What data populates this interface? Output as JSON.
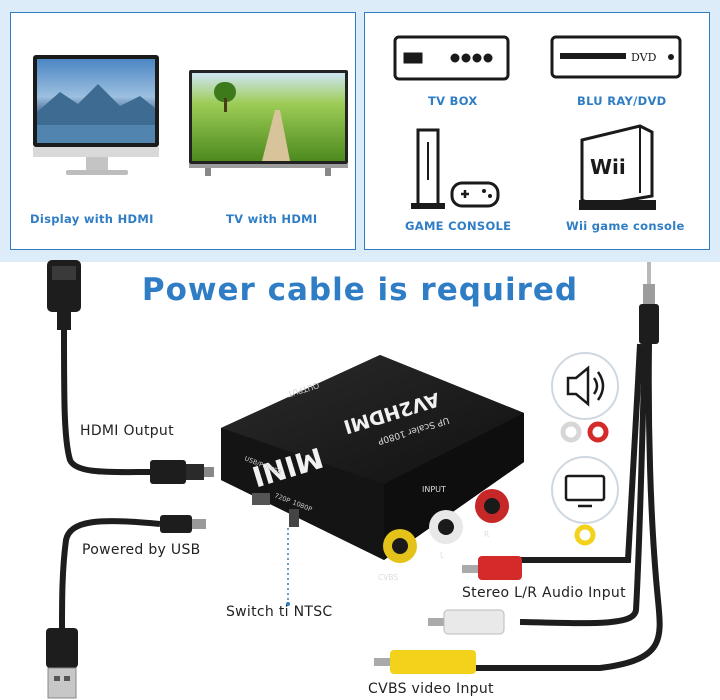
{
  "devices": {
    "display_hdmi": "Display with HDMI",
    "tv_hdmi": "TV with HDMI",
    "tv_box": "TV BOX",
    "bluray_dvd": "BLU RAY/DVD",
    "game_console": "GAME CONSOLE",
    "wii_console": "Wii game console",
    "dvd_logo": "DVD",
    "wii_logo": "Wii"
  },
  "headline": "Power cable is required",
  "adapter": {
    "name": "MINI",
    "model": "AV2HDMI",
    "subtitle": "UP Scaler 1080P",
    "output": "OUTPUT",
    "input": "INPUT",
    "usb_power": "USB/POWER",
    "ntsc": "720P",
    "pal": "1080P",
    "port_cvbs": "CVBS",
    "port_l": "L",
    "port_r": "R"
  },
  "callouts": {
    "hdmi_output": "HDMI Output",
    "powered_usb": "Powered by USB",
    "switch": "Switch ti NTSC",
    "stereo": "Stereo L/R Audio Input",
    "cvbs": "CVBS video Input"
  },
  "colors": {
    "accent": "#2f7dc4",
    "band": "#dcecf8",
    "rca_red": "#d42a2a",
    "rca_white": "#e8e8e8",
    "rca_yellow": "#f2d21b"
  }
}
